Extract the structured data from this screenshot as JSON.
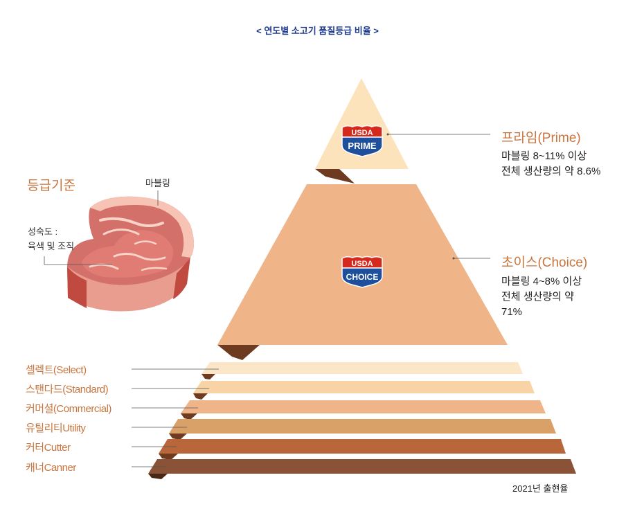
{
  "title": "< 연도별 소고기 품질등급 비율 >",
  "criteria": {
    "title": "등급기준",
    "marbling_label": "마블링",
    "maturity_label_line1": "성숙도 :",
    "maturity_label_line2": "육색 및 조직"
  },
  "grades": {
    "prime": {
      "badge_top": "USDA",
      "badge_bottom": "PRIME",
      "name": "프라임(Prime)",
      "desc_line1": "마블링 8~11% 이상",
      "desc_line2": "전체 생산량의 약 8.6%"
    },
    "choice": {
      "badge_top": "USDA",
      "badge_bottom": "CHOICE",
      "name": "초이스(Choice)",
      "desc_line1": "마블링 4~8% 이상",
      "desc_line2": "전체 생산량의 약",
      "desc_line3": "71%"
    },
    "lower": [
      {
        "label": "셀렉트(Select)",
        "color": "#fce6c8"
      },
      {
        "label": "스탠다드(Standard)",
        "color": "#f7d3a6"
      },
      {
        "label": "커머셜(Commercial)",
        "color": "#efb588"
      },
      {
        "label": "유틸리티Utility",
        "color": "#d9a068"
      },
      {
        "label": "커터Cutter",
        "color": "#b8663a"
      },
      {
        "label": "캐너Canner",
        "color": "#8a5236"
      }
    ]
  },
  "colors": {
    "accent": "#c9743c",
    "prime_fill": "#fde3bb",
    "choice_fill": "#efb588",
    "shadow": "#6e3b21",
    "badge_red": "#d42a1d",
    "badge_blue": "#1d4f9c"
  },
  "footnote": "2021년 출현율"
}
